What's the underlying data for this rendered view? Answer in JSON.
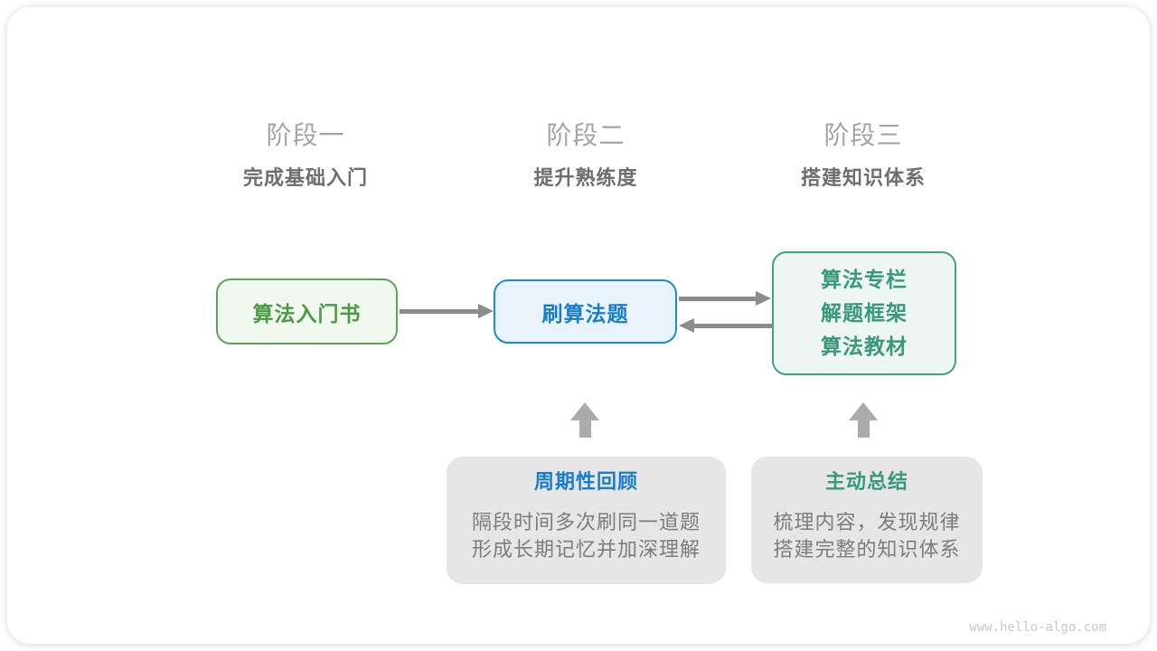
{
  "stages": [
    {
      "label": "阶段一",
      "subtitle": "完成基础入门"
    },
    {
      "label": "阶段二",
      "subtitle": "提升熟练度"
    },
    {
      "label": "阶段三",
      "subtitle": "搭建知识体系"
    }
  ],
  "flow": {
    "intro_book": {
      "label": "算法入门书"
    },
    "practice": {
      "label": "刷算法题"
    },
    "resources": {
      "lines": [
        "算法专栏",
        "解题框架",
        "算法教材"
      ]
    }
  },
  "callouts": {
    "periodic_review": {
      "title": "周期性回顾",
      "line1": "隔段时间多次刷同一道题",
      "line2": "形成长期记忆并加深理解"
    },
    "active_summary": {
      "title": "主动总结",
      "line1": "梳理内容，发现规律",
      "line2": "搭建完整的知识体系"
    }
  },
  "watermark": "www.hello-algo.com",
  "colors": {
    "green_text": "#4a9a44",
    "green_border": "#5ba455",
    "green_bg": "#f1f8ee",
    "blue_text": "#1a7dcc",
    "blue_border": "#1f88d8",
    "blue_bg": "#e8f3fc",
    "teal_text": "#37987c",
    "teal_border": "#41a186",
    "teal_bg": "#edf6f2",
    "arrow_gray": "#8c8c8c",
    "block_arrow_gray": "#ababab",
    "callout_bg": "#e6e6e6",
    "body_text": "#7c7c7c",
    "stage_label": "#a4a4a4",
    "stage_subtitle": "#6e6e6e",
    "watermark": "#c9c9c9"
  }
}
